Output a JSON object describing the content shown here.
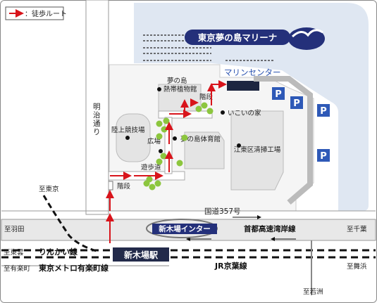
{
  "legend": {
    "label": "：徒歩ルート",
    "route_color": "#d8141b"
  },
  "marina": {
    "name": "東京夢の島マリーナ",
    "banner_color": "#24307a"
  },
  "labels": {
    "marine_center": "マリンセンター",
    "botanical": [
      "夢の島",
      "熱帯植物館"
    ],
    "stairs": "階段",
    "ikoi": "いこいの家",
    "meiji_dori": [
      "明",
      "治",
      "通",
      "り"
    ],
    "athletics": [
      "陸上競技場"
    ],
    "plaza": "広場",
    "gym": [
      "夢の島体育館"
    ],
    "cleaning": [
      "江東区清掃工場"
    ],
    "promenade": "遊歩道",
    "to_higashi": "至東京",
    "route357": "国道357号",
    "interchange": "新木場インター",
    "expressway": "首都高速湾岸線",
    "to_haneda": "至羽田",
    "to_chiba": "至千葉",
    "to_tounen": "至東雲",
    "rinkai": "りんかい線",
    "station": "新木場駅",
    "to_yurakucho": "至有楽町",
    "yurakucho_line": "東京メトロ有楽町線",
    "keiyo": "JR京葉線",
    "to_maihama": "至舞浜",
    "to_wakasu": "至若洲"
  },
  "parking": {
    "symbol": "P",
    "color": "#2e59b7"
  },
  "colors": {
    "water": "#dfe7f2",
    "building": "#e7e7e7",
    "tree": "#8cc63e",
    "label_bar": "#222a4a"
  }
}
